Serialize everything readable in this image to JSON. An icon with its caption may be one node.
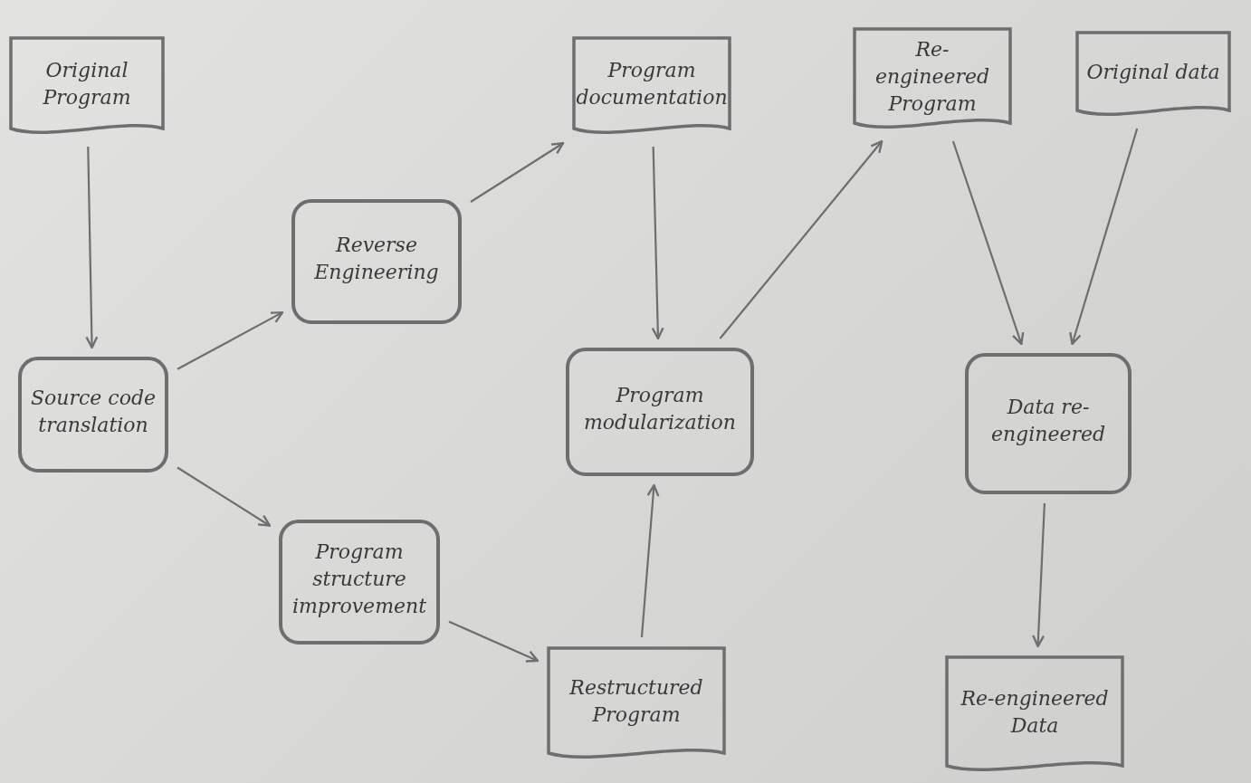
{
  "diagram": {
    "nodes": [
      {
        "text": [
          "Original Program"
        ]
      },
      {
        "text": [
          "Program documentation"
        ]
      },
      {
        "text": [
          "Re-engineered Program"
        ]
      },
      {
        "text": [
          "Original data"
        ]
      },
      {
        "text": [
          "Reverse Engineering"
        ]
      },
      {
        "text": [
          "Source code translation"
        ]
      },
      {
        "text": [
          "Program modularization"
        ]
      },
      {
        "text": [
          "Data re-engineered"
        ]
      },
      {
        "text": [
          "Program structure improvement"
        ]
      },
      {
        "text": [
          "Restructured Program"
        ]
      },
      {
        "text": [
          "Re-engineered Data"
        ]
      }
    ],
    "edges": [
      {
        "from": 0,
        "to": 5,
        "arrow": "to"
      },
      {
        "from": 5,
        "to": 4,
        "arrow": "to"
      },
      {
        "from": 5,
        "to": 8,
        "arrow": "to"
      },
      {
        "from": 4,
        "to": 1,
        "arrow": "to"
      },
      {
        "from": 1,
        "to": 6,
        "arrow": "to"
      },
      {
        "from": 6,
        "to": 2,
        "arrow": "to"
      },
      {
        "from": 8,
        "to": 9,
        "arrow": "to"
      },
      {
        "from": 9,
        "to": 6,
        "arrow": "to"
      },
      {
        "from": 2,
        "to": 7,
        "arrow": "to"
      },
      {
        "from": 3,
        "to": 7,
        "arrow": "to"
      },
      {
        "from": 7,
        "to": 10,
        "arrow": "to"
      }
    ]
  }
}
